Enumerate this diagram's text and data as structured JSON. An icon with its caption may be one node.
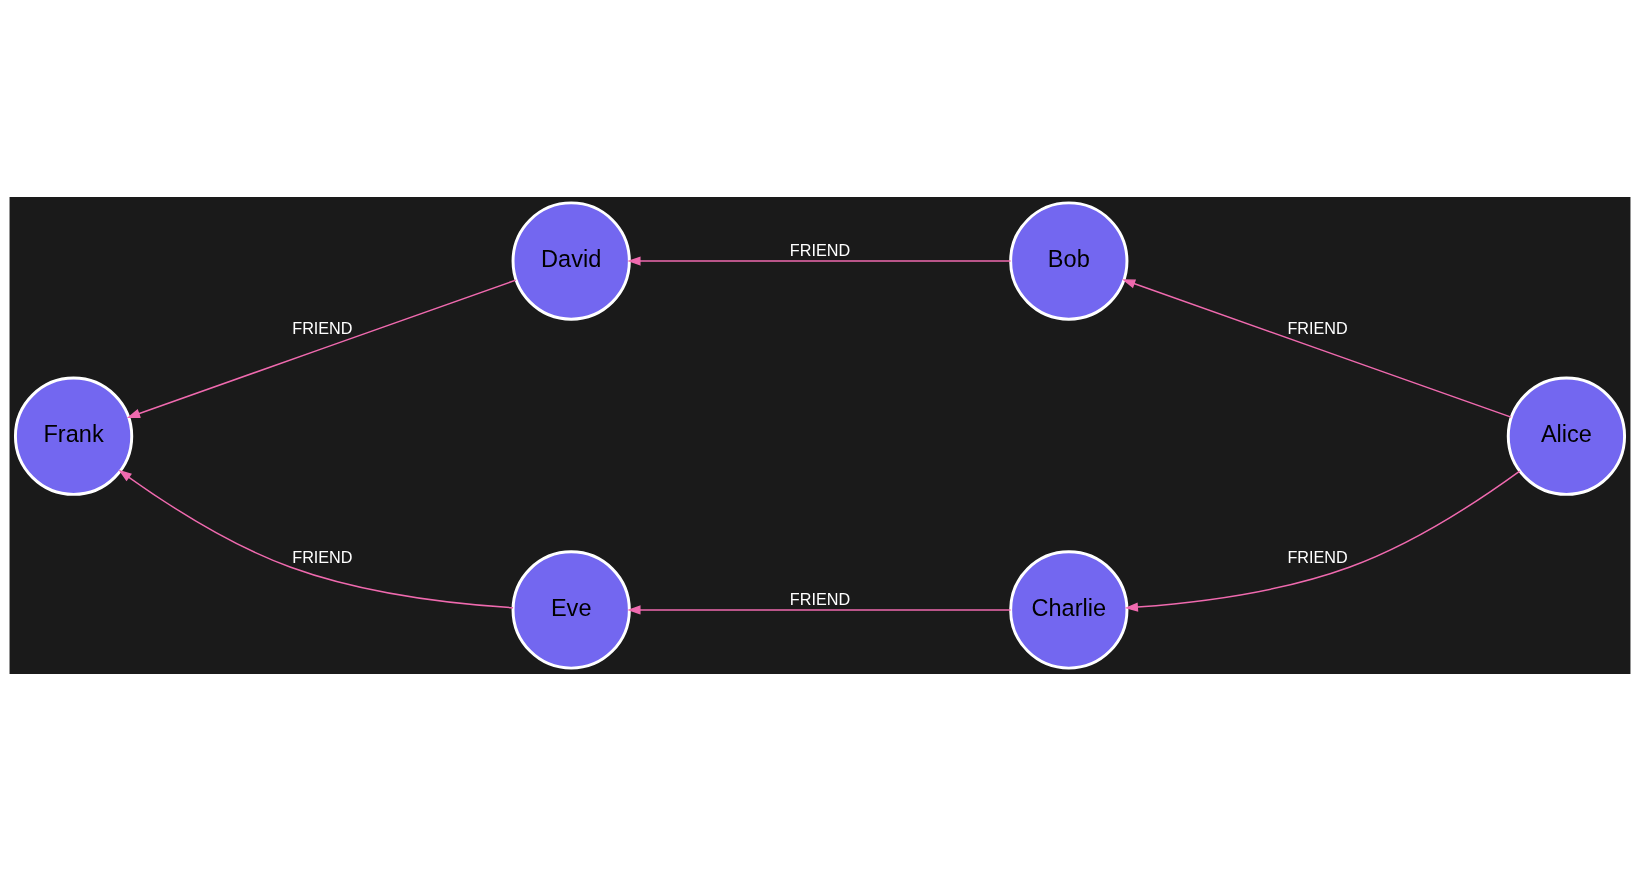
{
  "diagram": {
    "nodes": [
      {
        "text": [
          "Alice"
        ]
      },
      {
        "text": [
          "Bob"
        ]
      },
      {
        "text": [
          "Charlie"
        ]
      },
      {
        "text": [
          "David"
        ]
      },
      {
        "text": [
          "Eve"
        ]
      },
      {
        "text": [
          "Frank"
        ]
      }
    ],
    "edges": [
      {
        "from": 0,
        "to": 1,
        "arrow": "to",
        "label": "FRIEND"
      },
      {
        "from": 0,
        "to": 2,
        "arrow": "to",
        "label": "FRIEND"
      },
      {
        "from": 1,
        "to": 3,
        "arrow": "to",
        "label": "FRIEND"
      },
      {
        "from": 2,
        "to": 4,
        "arrow": "to",
        "label": "FRIEND"
      },
      {
        "from": 3,
        "to": 5,
        "arrow": "to",
        "label": "FRIEND"
      },
      {
        "from": 4,
        "to": 5,
        "arrow": "to",
        "label": "FRIEND"
      }
    ]
  }
}
